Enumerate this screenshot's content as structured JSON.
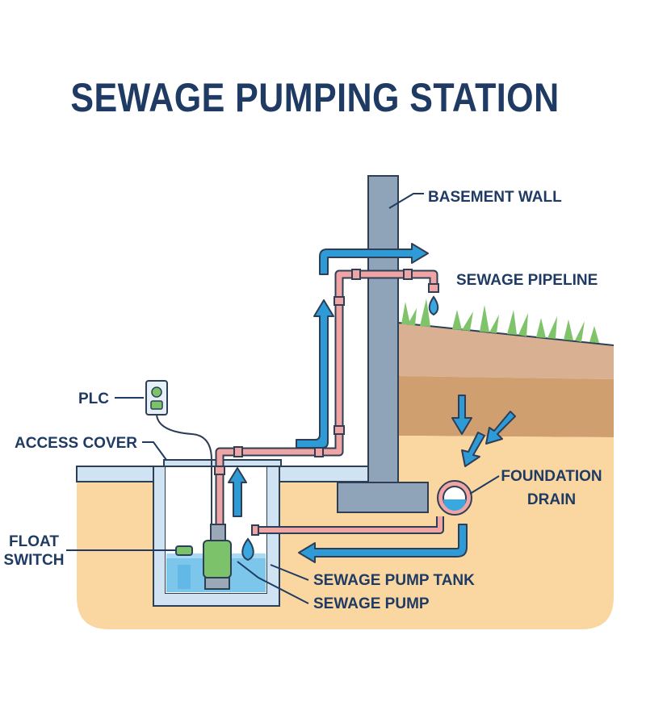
{
  "title": "SEWAGE PUMPING STATION",
  "labels": {
    "basement_wall": "BASEMENT WALL",
    "sewage_pipeline": "SEWAGE PIPELINE",
    "plc": "PLC",
    "access_cover": "ACCESS COVER",
    "foundation_drain_line1": "FOUNDATION",
    "foundation_drain_line2": "DRAIN",
    "float_switch_line1": "FLOAT",
    "float_switch_line2": "SWITCH",
    "sewage_pump_tank": "SEWAGE PUMP TANK",
    "sewage_pump": "SEWAGE PUMP"
  },
  "colors": {
    "text": "#1f3b63",
    "pipe": "#f0a5a5",
    "outline": "#2d3e55",
    "wall": "#8fa3b9",
    "flow_arrow": "#2f9bd6",
    "water": "#3aa8e0",
    "soil_light": "#fad7a0",
    "soil_mid": "#cf9f70",
    "soil_top": "#d9b091",
    "grass": "#7fc36a",
    "pump": "#7bc26b"
  }
}
